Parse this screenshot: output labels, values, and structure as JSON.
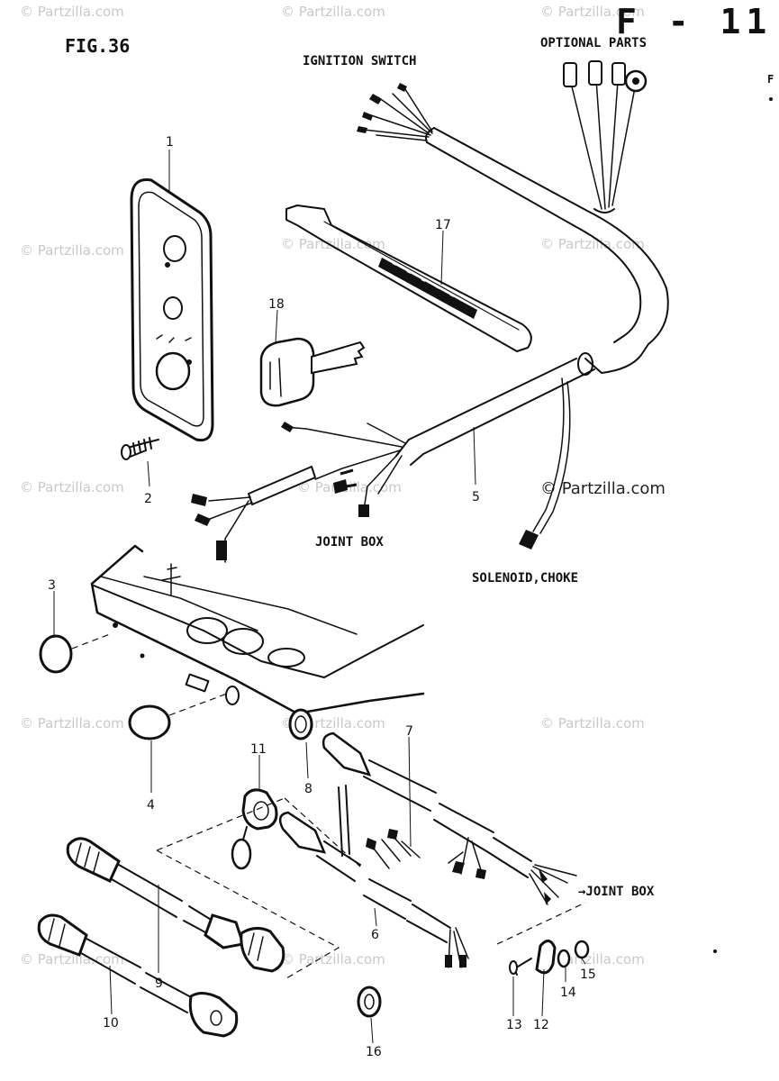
{
  "header": {
    "fig_label": "FIG.36",
    "page_code": "F - 11",
    "optional_parts": "OPTIONAL PARTS"
  },
  "callouts": {
    "ignition_switch": "IGNITION SWITCH",
    "joint_box_upper": "JOINT BOX",
    "solenoid_choke": "SOLENOID,CHOKE",
    "joint_box_lower": "→JOINT BOX"
  },
  "parts": [
    {
      "ref": "1"
    },
    {
      "ref": "2"
    },
    {
      "ref": "3"
    },
    {
      "ref": "4"
    },
    {
      "ref": "5"
    },
    {
      "ref": "6"
    },
    {
      "ref": "7"
    },
    {
      "ref": "8"
    },
    {
      "ref": "9"
    },
    {
      "ref": "10"
    },
    {
      "ref": "11"
    },
    {
      "ref": "12"
    },
    {
      "ref": "13"
    },
    {
      "ref": "14"
    },
    {
      "ref": "15"
    },
    {
      "ref": "16"
    },
    {
      "ref": "17"
    },
    {
      "ref": "18"
    }
  ],
  "watermark": "© Partzilla.com",
  "watermark_large": "© Partzilla.com",
  "edge_mark": "F"
}
